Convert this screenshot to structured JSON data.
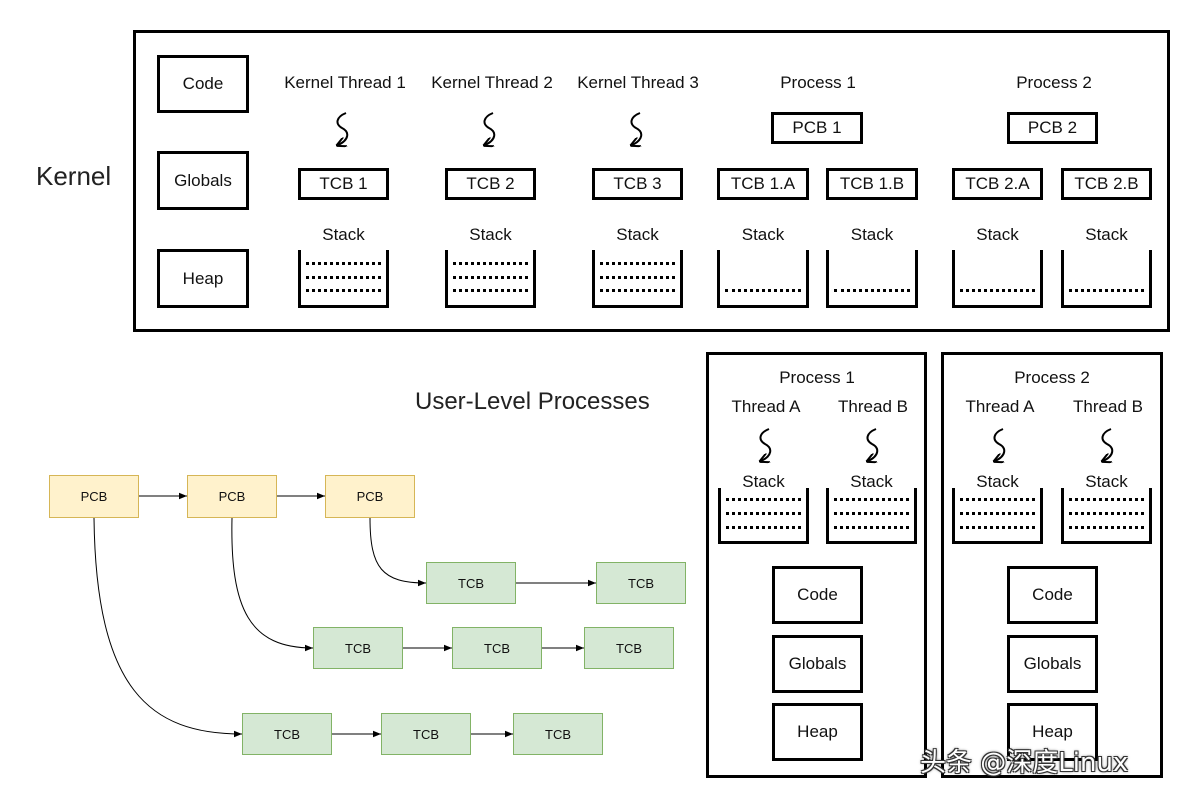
{
  "kernel": {
    "label": "Kernel",
    "code": "Code",
    "globals": "Globals",
    "heap": "Heap",
    "threads": [
      {
        "title": "Kernel Thread 1",
        "tcb": "TCB 1",
        "stack": "Stack"
      },
      {
        "title": "Kernel Thread 2",
        "tcb": "TCB 2",
        "stack": "Stack"
      },
      {
        "title": "Kernel Thread 3",
        "tcb": "TCB 3",
        "stack": "Stack"
      }
    ],
    "processes": [
      {
        "title": "Process 1",
        "pcb": "PCB 1",
        "threads": [
          {
            "tcb": "TCB 1.A",
            "stack": "Stack"
          },
          {
            "tcb": "TCB 1.B",
            "stack": "Stack"
          }
        ]
      },
      {
        "title": "Process 2",
        "pcb": "PCB 2",
        "threads": [
          {
            "tcb": "TCB 2.A",
            "stack": "Stack"
          },
          {
            "tcb": "TCB 2.B",
            "stack": "Stack"
          }
        ]
      }
    ]
  },
  "user": {
    "label": "User-Level Processes",
    "processes": [
      {
        "title": "Process 1",
        "threads": [
          {
            "name": "Thread A",
            "stack": "Stack"
          },
          {
            "name": "Thread B",
            "stack": "Stack"
          }
        ],
        "code": "Code",
        "globals": "Globals",
        "heap": "Heap"
      },
      {
        "title": "Process 2",
        "threads": [
          {
            "name": "Thread A",
            "stack": "Stack"
          },
          {
            "name": "Thread B",
            "stack": "Stack"
          }
        ],
        "code": "Code",
        "globals": "Globals",
        "heap": "Heap"
      }
    ]
  },
  "flow": {
    "colors": {
      "pcb_fill": "#fff2cc",
      "pcb_border": "#d6b656",
      "tcb_fill": "#d5e8d4",
      "tcb_border": "#82b366"
    },
    "chains": [
      {
        "pcb": "PCB",
        "tcbs": [
          "TCB",
          "TCB",
          "TCB"
        ]
      },
      {
        "pcb": "PCB",
        "tcbs": [
          "TCB",
          "TCB",
          "TCB"
        ]
      },
      {
        "pcb": "PCB",
        "tcbs": [
          "TCB",
          "TCB"
        ]
      }
    ]
  },
  "watermark": "头条 @深度Linux"
}
